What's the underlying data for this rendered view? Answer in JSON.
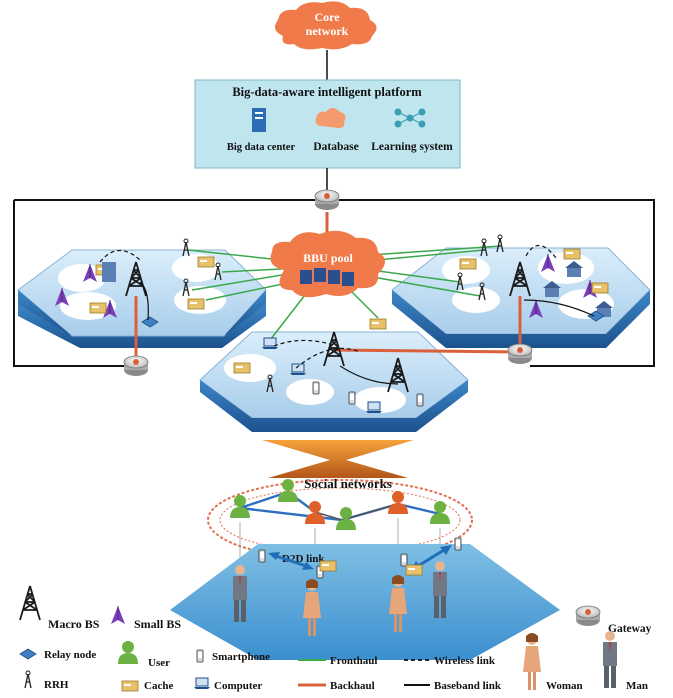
{
  "core_network": {
    "line1": "Core",
    "line2": "network"
  },
  "platform": {
    "title": "Big-data-aware intelligent platform",
    "items": [
      "Big data center",
      "Database",
      "Learning system"
    ]
  },
  "bbu_pool": "BBU pool",
  "social_networks": "Social networks",
  "d2d_link": "D2D link",
  "legend": {
    "macro_bs": "Macro BS",
    "small_bs": "Small BS",
    "gateway": "Gateway",
    "relay_node": "Relay node",
    "rrh": "RRH",
    "user": "User",
    "cache": "Cache",
    "smartphone": "Smartphone",
    "computer": "Computer",
    "fronthaul": "Fronthaul",
    "backhaul": "Backhaul",
    "wireless_link": "Wireless link",
    "baseband_link": "Baseband link",
    "woman": "Woman",
    "man": "Man"
  },
  "colors": {
    "cloud": "#f07a4a",
    "platform_bg": "#bfe6ef",
    "hex_top": "#cfe5f5",
    "hex_side": "#2b6fb3",
    "fronthaul": "#3aa84a",
    "backhaul": "#d9603a",
    "user_green": "#6cb243",
    "user_orange": "#e0602a",
    "social_link": "#2e6fc0"
  }
}
